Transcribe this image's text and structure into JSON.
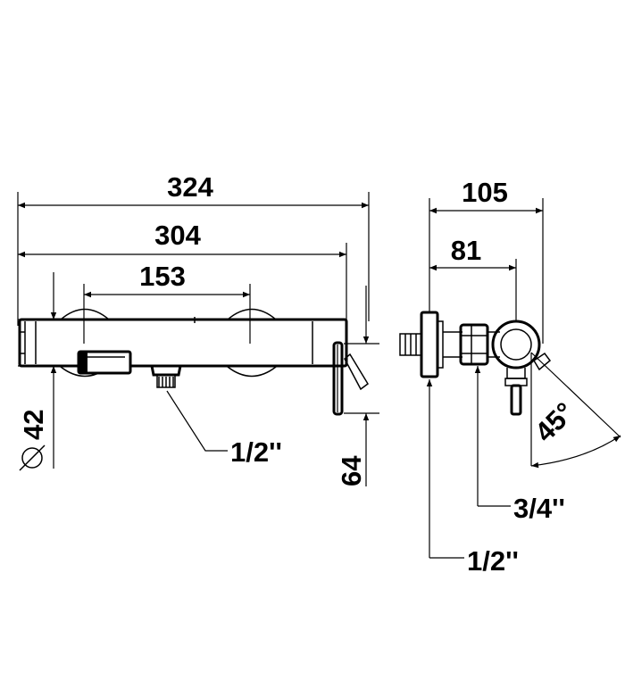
{
  "front_view": {
    "dim_overall": "324",
    "dim_body": "304",
    "dim_centers": "153",
    "dim_diameter": "42",
    "dim_lever": "64",
    "connection_bottom": "1/2''"
  },
  "side_view": {
    "dim_depth": "105",
    "dim_axis": "81",
    "angle": "45°",
    "connection_thread": "3/4''",
    "connection_wall": "1/2''"
  }
}
